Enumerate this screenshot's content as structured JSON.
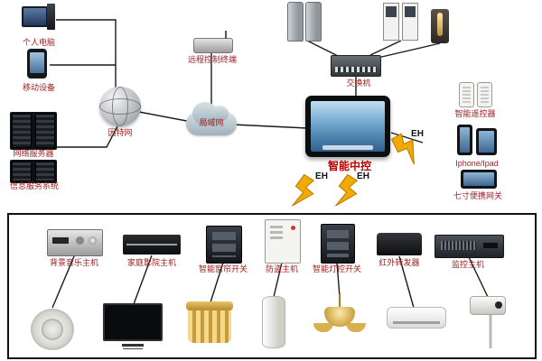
{
  "colors": {
    "label": "#9b1c1c",
    "label-bold": "#c00000",
    "line": "#1a1a1a",
    "bolt-fill": "#f2a900",
    "bolt-stroke": "#b97700",
    "panel-border": "#111111"
  },
  "nodes": {
    "pc": "个人电脑",
    "mobile": "移动设备",
    "server": "网络服务器",
    "info_system": "信息服务系统",
    "internet": "因特网",
    "lan": "局域网",
    "remote_terminal": "远程控制终端",
    "switch": "交换机",
    "central": "智能中控",
    "smart_remote": "智能遥控器",
    "iphone_ipad": "Iphone/Ipad",
    "gateway7": "七寸便携网关",
    "eh_a": "EH",
    "eh_b": "EH",
    "eh_c": "EH"
  },
  "panel": {
    "music_host": "背景音乐主机",
    "theater_host": "家庭影院主机",
    "curtain_switch": "智能窗帘开关",
    "security_host": "防盗主机",
    "light_switch": "智能灯控开关",
    "ir_repeater": "红外转发器",
    "cctv_host": "监控主机"
  }
}
